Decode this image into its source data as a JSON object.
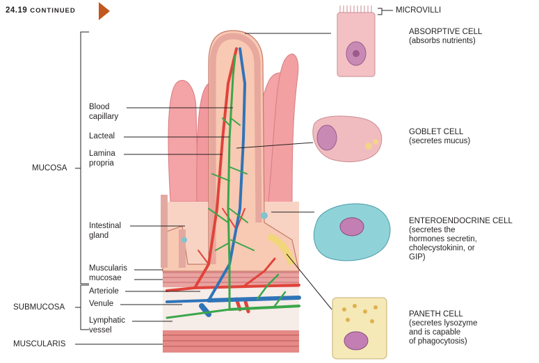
{
  "figure": {
    "number": "24.19",
    "continued": "CONTINUED"
  },
  "layers": {
    "mucosa": "MUCOSA",
    "submucosa": "SUBMUCOSA",
    "muscularis": "MUSCULARIS"
  },
  "left_labels": {
    "blood_capillary_1": "Blood",
    "blood_capillary_2": "capillary",
    "lacteal": "Lacteal",
    "lamina_1": "Lamina",
    "lamina_2": "propria",
    "intestinal_1": "Intestinal",
    "intestinal_2": "gland",
    "muscularis_mucosae_1": "Muscularis",
    "muscularis_mucosae_2": "mucosae",
    "arteriole": "Arteriole",
    "venule": "Venule",
    "lymphatic_1": "Lymphatic",
    "lymphatic_2": "vessel"
  },
  "cells": {
    "microvilli": "MICROVILLI",
    "absorptive_title": "ABSORPTIVE CELL",
    "absorptive_desc": "(absorbs nutrients)",
    "goblet_title": "GOBLET CELL",
    "goblet_desc": "(secretes mucus)",
    "entero_title": "ENTEROENDOCRINE CELL",
    "entero_desc_1": "(secretes the",
    "entero_desc_2": "hormones secretin,",
    "entero_desc_3": "cholecystokinin, or",
    "entero_desc_4": "GIP)",
    "paneth_title": "PANETH CELL",
    "paneth_desc_1": "(secretes lysozyme",
    "paneth_desc_2": "and is capable",
    "paneth_desc_3": "of phagocytosis)"
  },
  "colors": {
    "accent_arrow": "#c0581f",
    "artery": "#e0433a",
    "vein": "#2f74b8",
    "lacteal": "#3aa64a",
    "tissue": "#f6c6b4",
    "villus_bg": "#f0a0a4"
  }
}
